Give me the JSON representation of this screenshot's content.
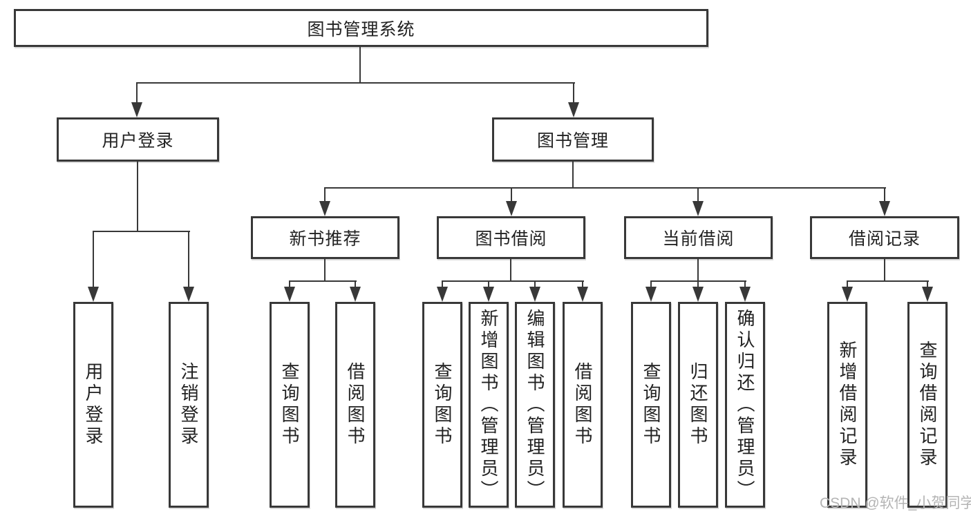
{
  "tree": {
    "root": {
      "label": "图书管理系统",
      "children": [
        {
          "label": "用户登录",
          "children": [
            {
              "label": "用户登录"
            },
            {
              "label": "注销登录"
            }
          ]
        },
        {
          "label": "图书管理",
          "children": [
            {
              "label": "新书推荐",
              "children": [
                {
                  "label": "查询图书"
                },
                {
                  "label": "借阅图书"
                }
              ]
            },
            {
              "label": "图书借阅",
              "children": [
                {
                  "label": "查询图书"
                },
                {
                  "label": "新增图书（管理员）"
                },
                {
                  "label": "编辑图书（管理员）"
                },
                {
                  "label": "借阅图书"
                }
              ]
            },
            {
              "label": "当前借阅",
              "children": [
                {
                  "label": "查询图书"
                },
                {
                  "label": "归还图书"
                },
                {
                  "label": "确认归还（管理员）"
                }
              ]
            },
            {
              "label": "借阅记录",
              "children": [
                {
                  "label": "新增借阅记录"
                },
                {
                  "label": "查询借阅记录"
                }
              ]
            }
          ]
        }
      ]
    }
  },
  "watermark": {
    "text": "CSDN @软件_小贺同学"
  },
  "colors": {
    "line": "#383838",
    "text": "#222222",
    "watermark": "#b4b4b4",
    "background": "#ffffff"
  }
}
